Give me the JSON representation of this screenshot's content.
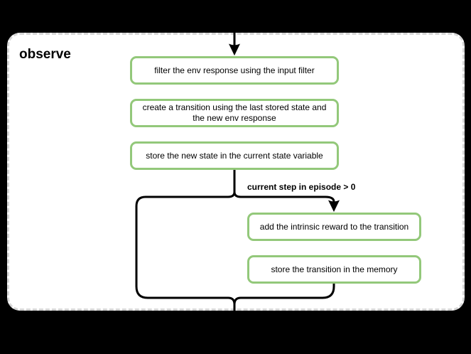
{
  "title": "observe",
  "flow": {
    "steps": [
      "filter the env response using the input filter",
      "create a transition using the last stored state and the new env response",
      "store the new state in the current state variable"
    ],
    "condition_label": "current step in episode > 0",
    "branch_steps": [
      "add the intrinsic reward to the transition",
      "store the transition in the memory"
    ]
  },
  "colors": {
    "background": "#000000",
    "card_background": "#ffffff",
    "card_dashed_border": "#d6d6d6",
    "node_border_green": "#93c87a",
    "connector_black": "#000000"
  }
}
